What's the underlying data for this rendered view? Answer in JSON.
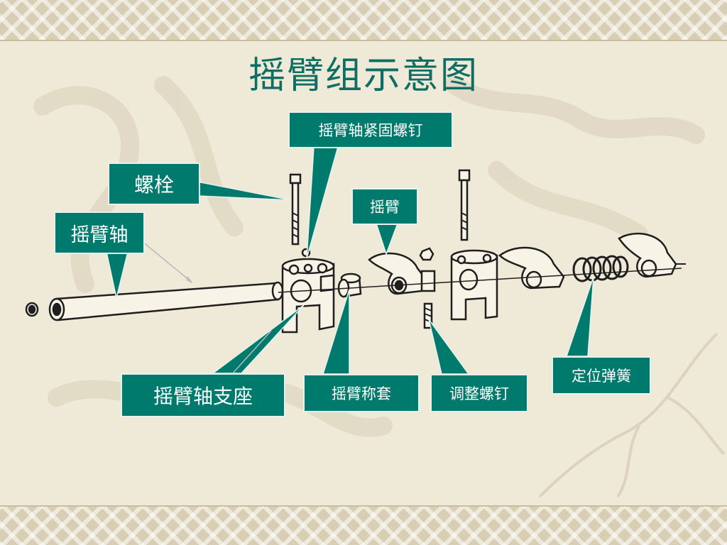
{
  "title": "摇臂组示意图",
  "labels": {
    "rocker_shaft_bolt_screw": "摇臂轴紧固螺钉",
    "bolt": "螺栓",
    "rocker_shaft": "摇臂轴",
    "rocker_arm": "摇臂",
    "rocker_shaft_support": "摇臂轴支座",
    "rocker_bushing": "摇臂称套",
    "adjusting_screw": "调整螺钉",
    "locating_spring": "定位弹簧"
  },
  "colors": {
    "accent": "#007a6c",
    "title": "#0f6e63",
    "background": "#efe9d7"
  }
}
